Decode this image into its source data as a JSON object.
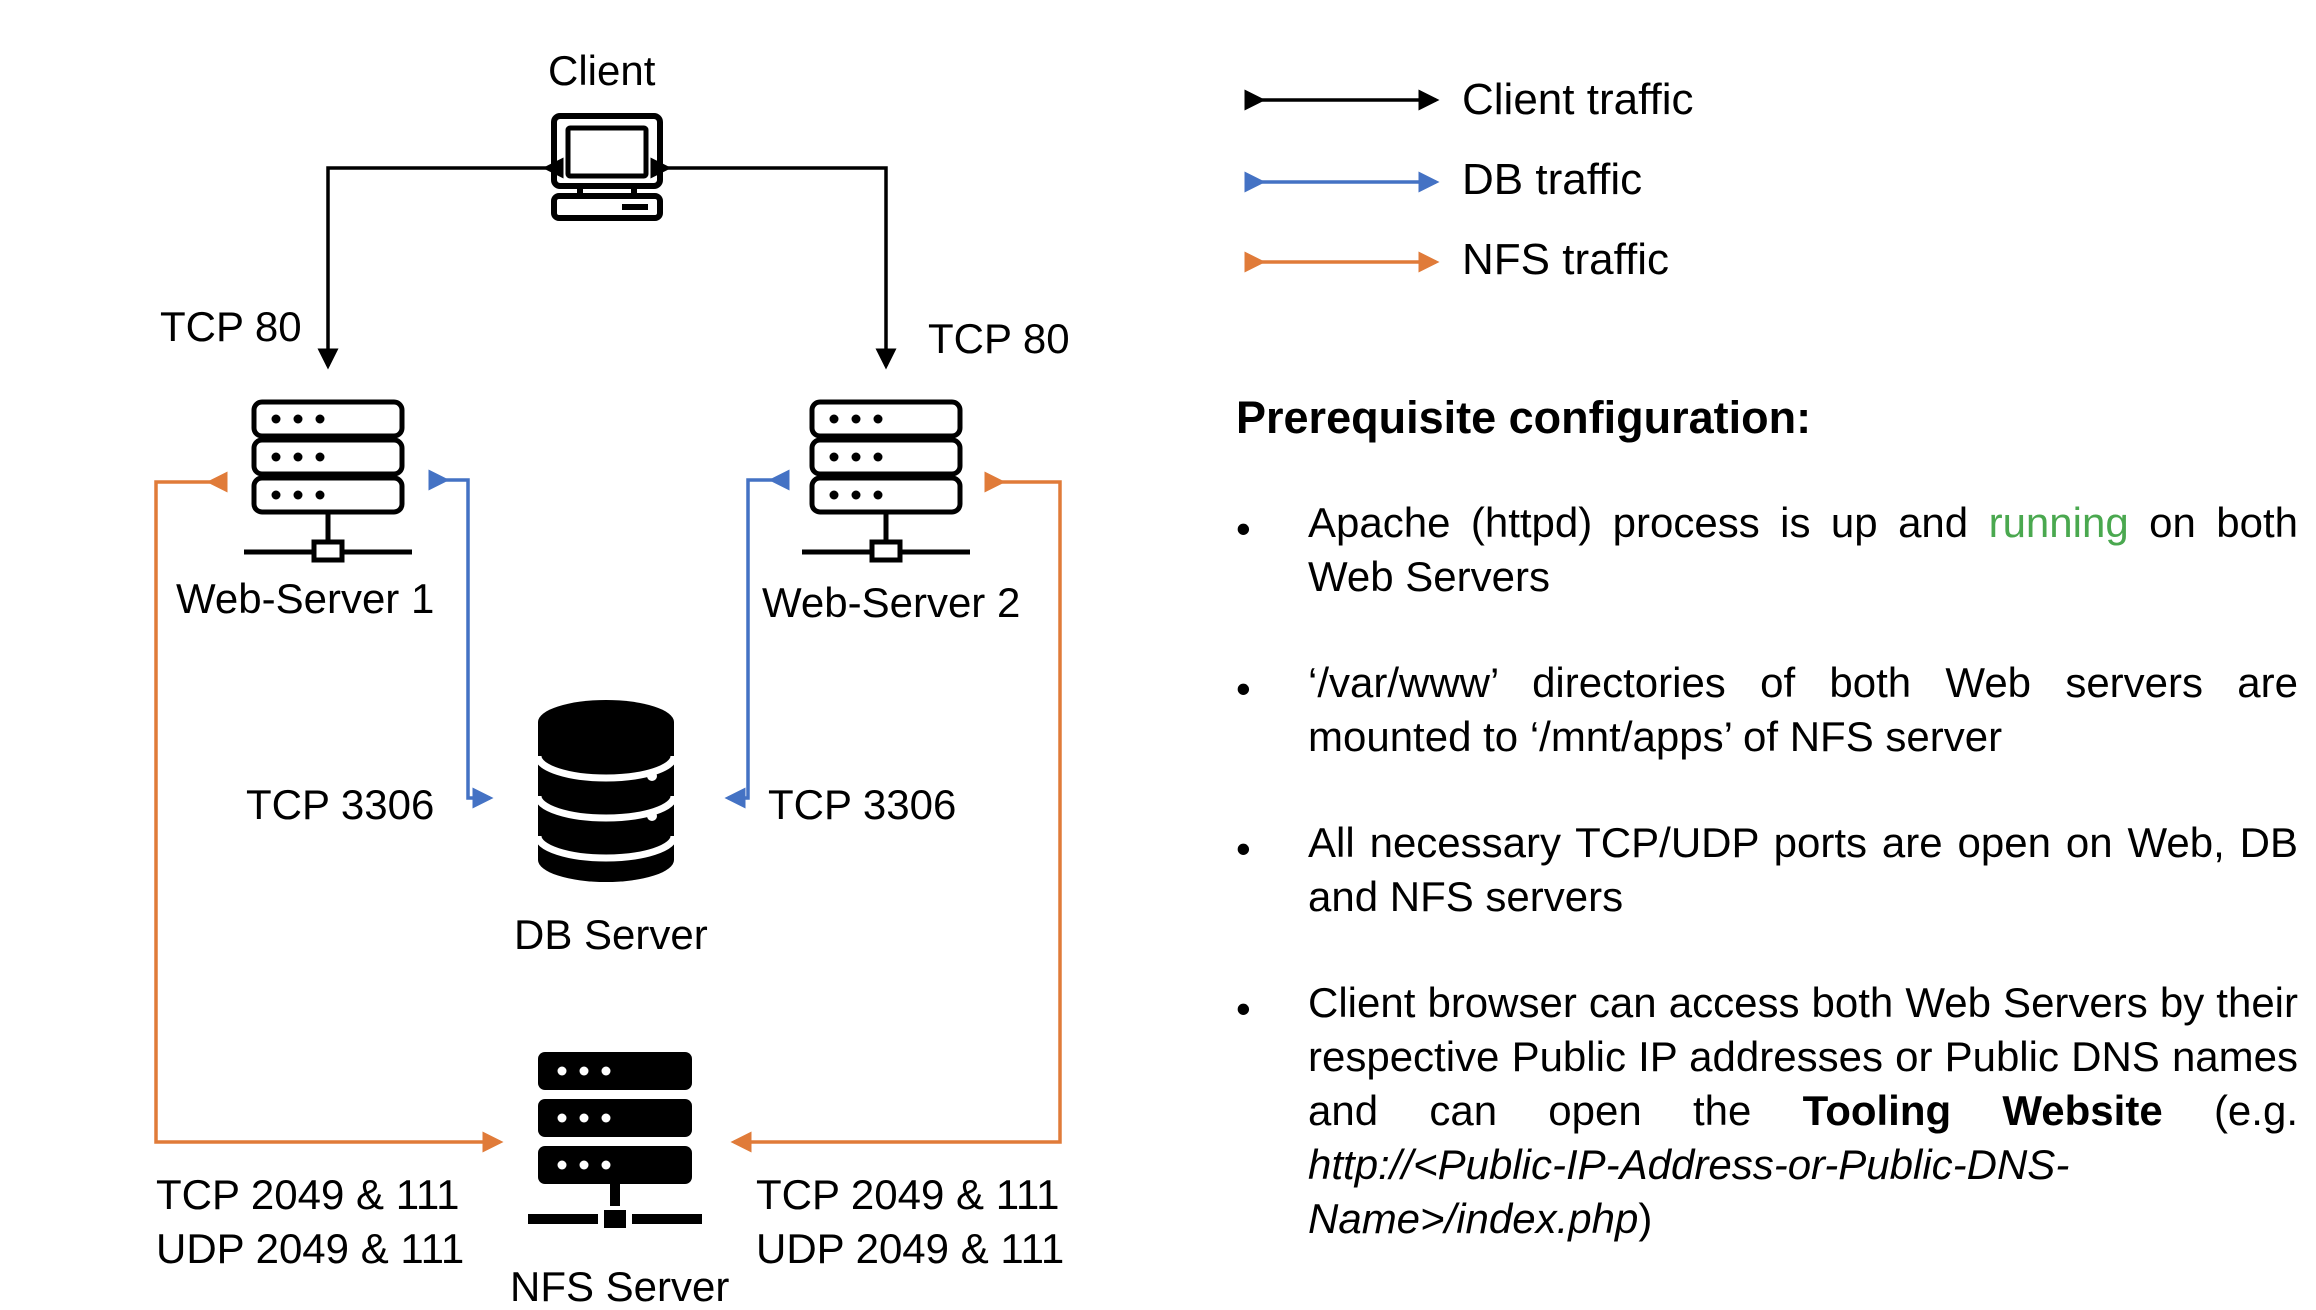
{
  "diagram": {
    "client_label": "Client",
    "web1_label": "Web-Server 1",
    "web2_label": "Web-Server 2",
    "db_label": "DB Server",
    "nfs_label": "NFS Server",
    "tcp80_left": "TCP 80",
    "tcp80_right": "TCP 80",
    "tcp3306_left": "TCP 3306",
    "tcp3306_right": "TCP 3306",
    "nfs_ports_left": [
      "TCP 2049 & 111",
      "UDP 2049 & 111"
    ],
    "nfs_ports_right": [
      "TCP 2049 & 111",
      "UDP 2049 & 111"
    ]
  },
  "legend": [
    {
      "label": "Client traffic",
      "color": "#000000"
    },
    {
      "label": "DB traffic",
      "color": "#4472c4"
    },
    {
      "label": "NFS traffic",
      "color": "#e07b39"
    }
  ],
  "colors": {
    "client": "#000000",
    "db": "#4472c4",
    "nfs": "#e07b39",
    "highlight": "#4aa84f"
  },
  "prereq": {
    "title": "Prerequisite configuration:",
    "bullet_char": "•",
    "b1": {
      "pre": "Apache (httpd) process is up and ",
      "highlight": "running",
      "post": " on both Web Servers"
    },
    "b2": "‘/var/www’ directories of both Web servers are mounted to ‘/mnt/apps’ of NFS server",
    "b3": "All necessary TCP/UDP ports are open on Web, DB and NFS servers",
    "b4": {
      "pre": "Client browser can access both Web Servers by their respective Public IP addresses or Public DNS names and can open the ",
      "bold": "Tooling Website",
      "mid": " (e.g. ",
      "italic": "http://<Public-IP-Address-or-Public-DNS-Name>/index.php",
      "post": ")"
    }
  }
}
